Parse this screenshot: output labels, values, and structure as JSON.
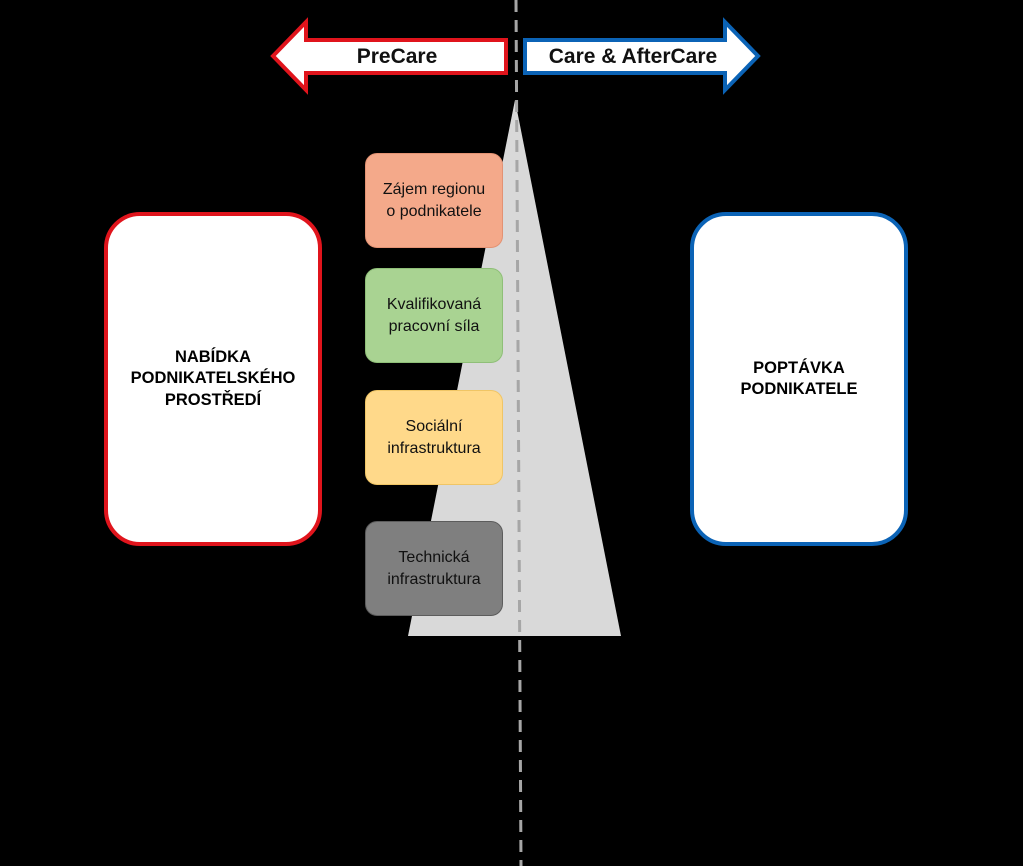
{
  "arrows": {
    "left_label": "PreCare",
    "right_label": "Care & AfterCare"
  },
  "boxes": {
    "offer": "NABÍDKA\nPODNIKATELSKÉHO\nPROSTŘEDÍ",
    "demand": "POPTÁVKA\nPODNIKATELE"
  },
  "factors": [
    {
      "label": "Zájem regionu\no podnikatele"
    },
    {
      "label": "Kvalifikovaná\npracovní síla"
    },
    {
      "label": "Sociální\ninfrastruktura"
    },
    {
      "label": "Technická\ninfrastruktura"
    }
  ],
  "colors": {
    "background": "#000000",
    "precare_border": "#e0141c",
    "care_border": "#0b63b6",
    "wedge": "#d9d9d9",
    "divider": "#a6a6a6",
    "factor_1": "#f4a98a",
    "factor_2": "#a9d392",
    "factor_3": "#ffd98a",
    "factor_4": "#7f7f7f"
  }
}
